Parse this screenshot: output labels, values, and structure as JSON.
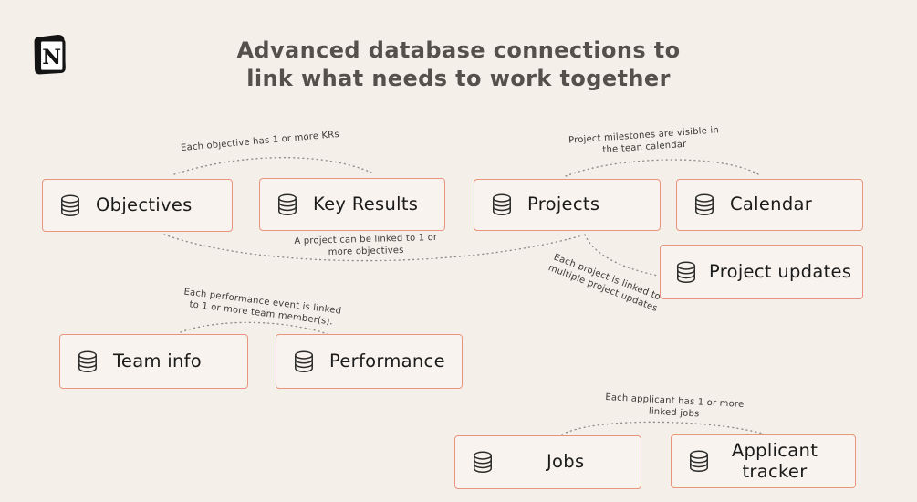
{
  "title": {
    "lines": [
      "Advanced database connections to",
      "link what needs to work together"
    ],
    "color": "#54514c"
  },
  "logo": {
    "name": "notion-logo",
    "letter": "N"
  },
  "nodes": [
    {
      "id": "objectives",
      "label": "Objectives",
      "icon": "database-icon"
    },
    {
      "id": "key-results",
      "label": "Key Results",
      "icon": "database-icon"
    },
    {
      "id": "projects",
      "label": "Projects",
      "icon": "database-icon"
    },
    {
      "id": "calendar",
      "label": "Calendar",
      "icon": "database-icon"
    },
    {
      "id": "project-updates",
      "label": "Project updates",
      "icon": "database-icon"
    },
    {
      "id": "team-info",
      "label": "Team info",
      "icon": "database-icon"
    },
    {
      "id": "performance",
      "label": "Performance",
      "icon": "database-icon"
    },
    {
      "id": "jobs",
      "label": "Jobs",
      "icon": "database-icon"
    },
    {
      "id": "applicant-tracker",
      "label": "Applicant tracker",
      "icon": "database-icon"
    }
  ],
  "annotations": [
    {
      "id": "objectives-key-results",
      "lines": [
        "Each objective has 1 or more KRs"
      ]
    },
    {
      "id": "projects-calendar",
      "lines": [
        "Project milestones are visible in",
        "the tean calendar"
      ]
    },
    {
      "id": "objectives-projects",
      "lines": [
        "A project can be linked to 1 or",
        "more objectives"
      ]
    },
    {
      "id": "projects-project-updates",
      "lines": [
        "Each project is linked to",
        "multiple project updates"
      ]
    },
    {
      "id": "team-info-performance",
      "lines": [
        "Each performance event is linked",
        "to 1 or more team member(s)."
      ]
    },
    {
      "id": "jobs-applicant-tracker",
      "lines": [
        "Each applicant has 1 or more",
        "linked jobs"
      ]
    }
  ],
  "colors": {
    "background": "#f4efe9",
    "box_border": "#e9947f",
    "box_fill": "#f8f3ee",
    "title_text": "#54514c",
    "label_text": "#1b1b1b",
    "annotation_text": "#3c3a37",
    "connector_dots": "#8e8c89"
  }
}
